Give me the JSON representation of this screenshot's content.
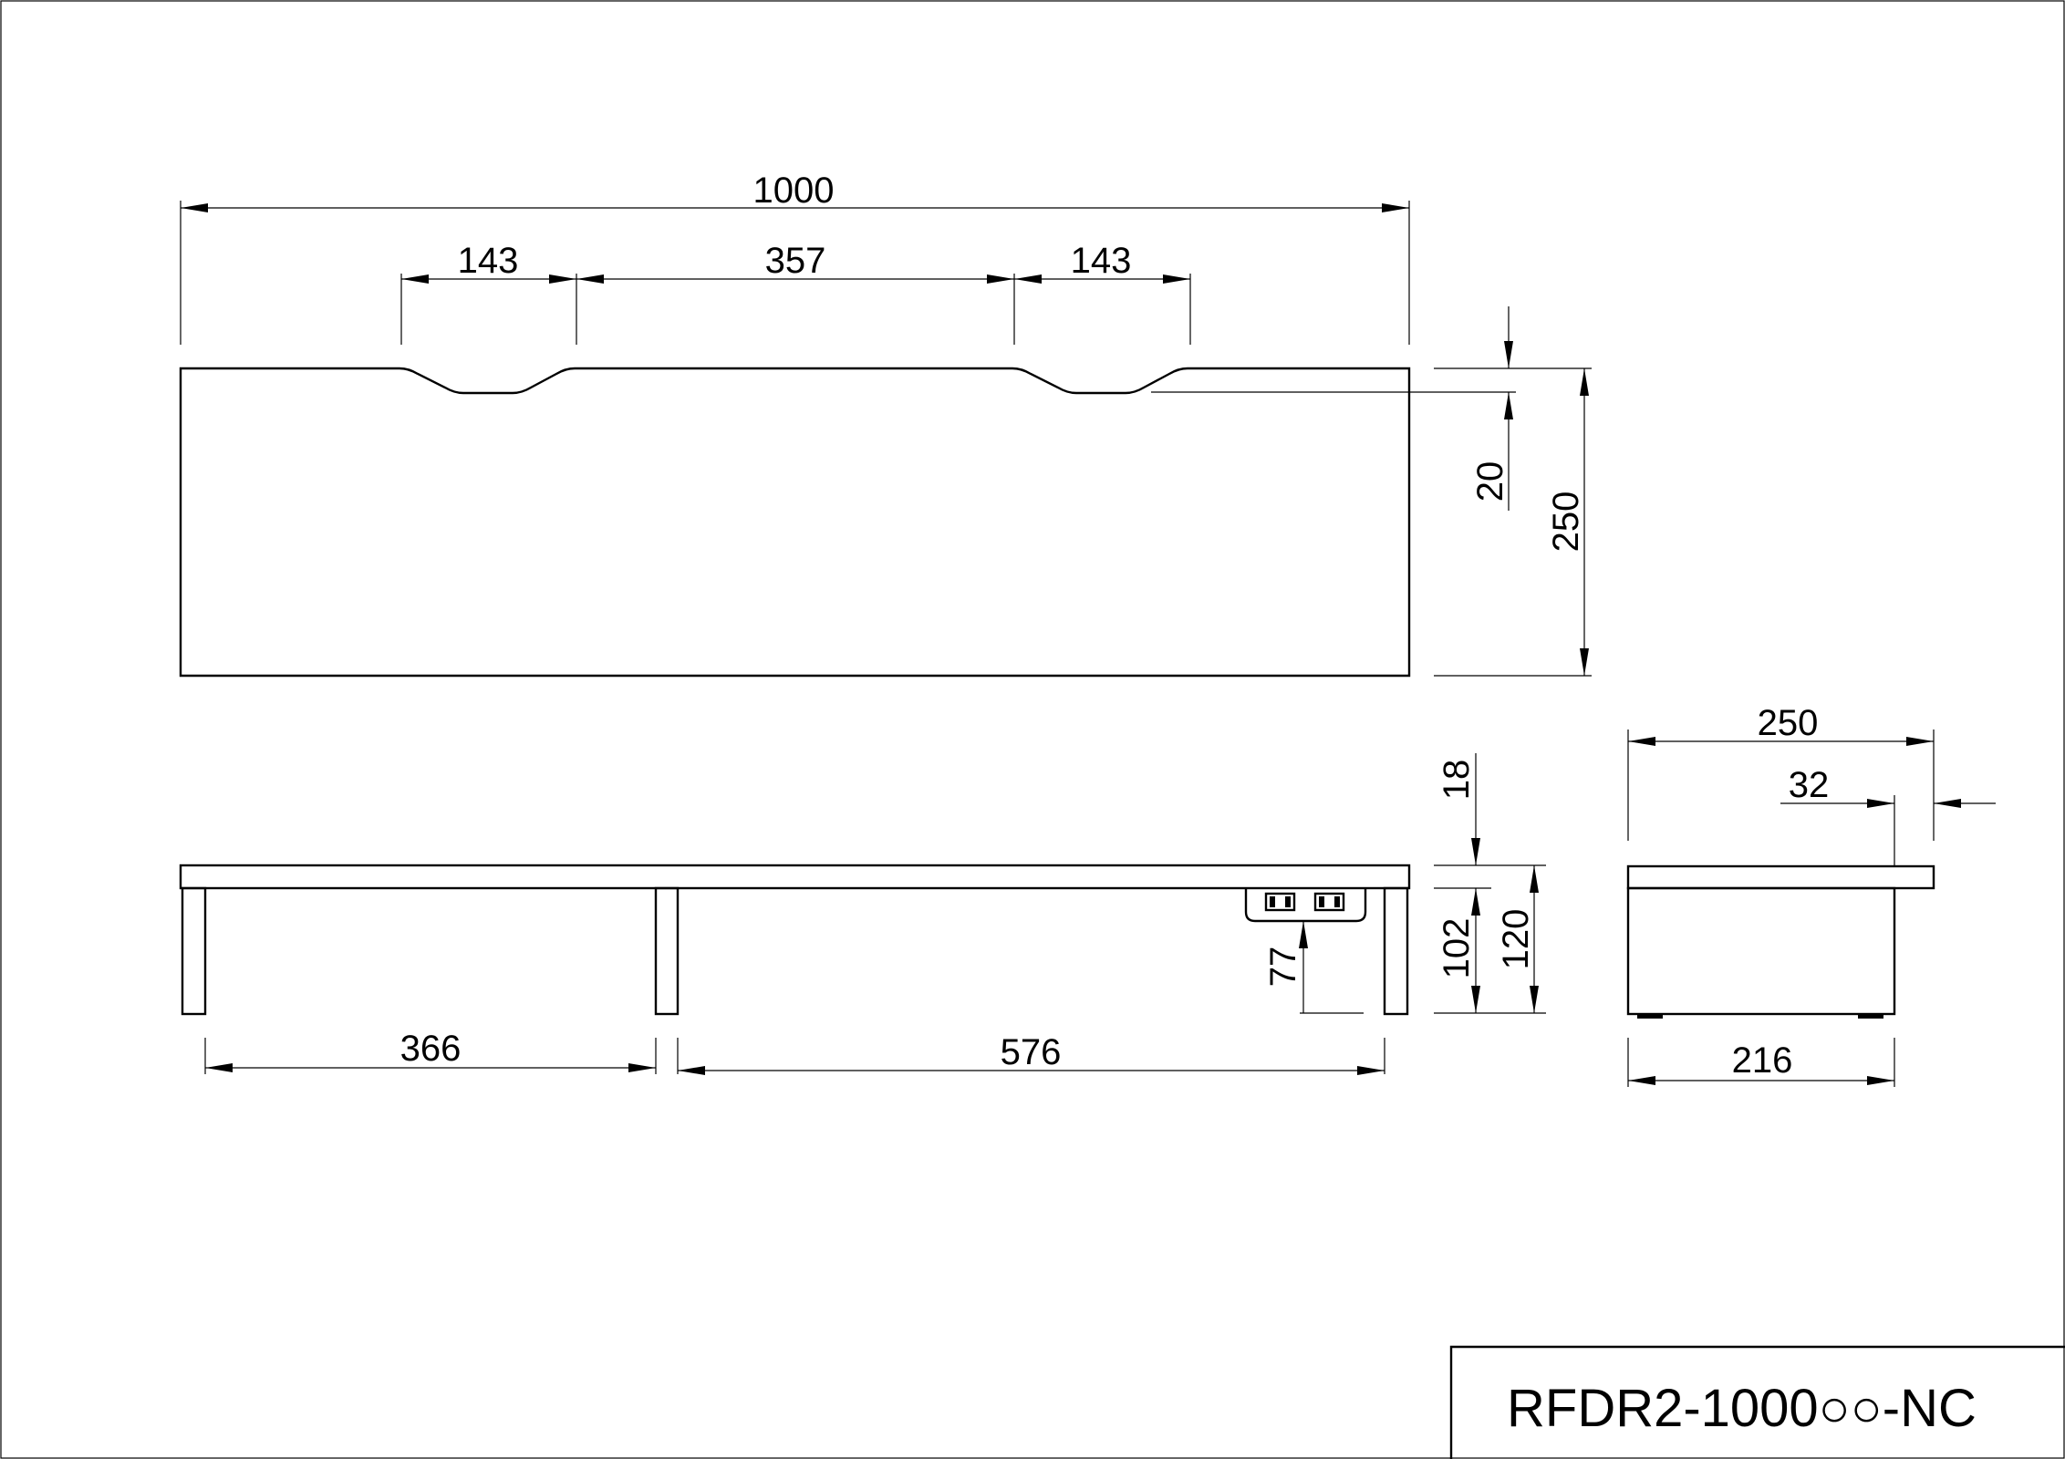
{
  "top_view": {
    "overall_width": "1000",
    "notch_left_width": "143",
    "notch_spacing": "357",
    "notch_right_width": "143",
    "notch_depth": "20",
    "depth": "250"
  },
  "front_view": {
    "top_thickness": "18",
    "outlet_height": "77",
    "clearance_height": "102",
    "overall_height": "120",
    "leg_spacing_left": "366",
    "leg_spacing_right": "576"
  },
  "side_view": {
    "depth": "250",
    "overhang": "32",
    "base_depth": "216"
  },
  "title_block": {
    "model_number": "RFDR2-1000○○-NC"
  }
}
